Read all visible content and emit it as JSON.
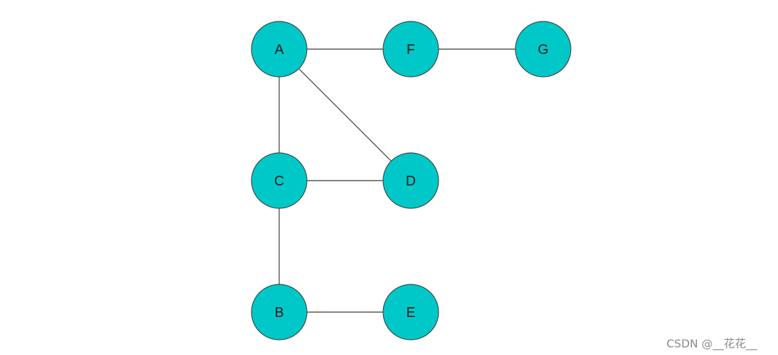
{
  "nodes": [
    {
      "id": "A",
      "label": "A"
    },
    {
      "id": "F",
      "label": "F"
    },
    {
      "id": "G",
      "label": "G"
    },
    {
      "id": "C",
      "label": "C"
    },
    {
      "id": "D",
      "label": "D"
    },
    {
      "id": "B",
      "label": "B"
    },
    {
      "id": "E",
      "label": "E"
    }
  ],
  "edges": [
    [
      "A",
      "F"
    ],
    [
      "F",
      "G"
    ],
    [
      "A",
      "C"
    ],
    [
      "A",
      "D"
    ],
    [
      "C",
      "D"
    ],
    [
      "C",
      "B"
    ],
    [
      "B",
      "E"
    ]
  ],
  "colors": {
    "node_fill": "#00c8c8",
    "node_stroke": "#3a4a4a",
    "edge": "#555555"
  },
  "watermark": "CSDN @__花花__"
}
